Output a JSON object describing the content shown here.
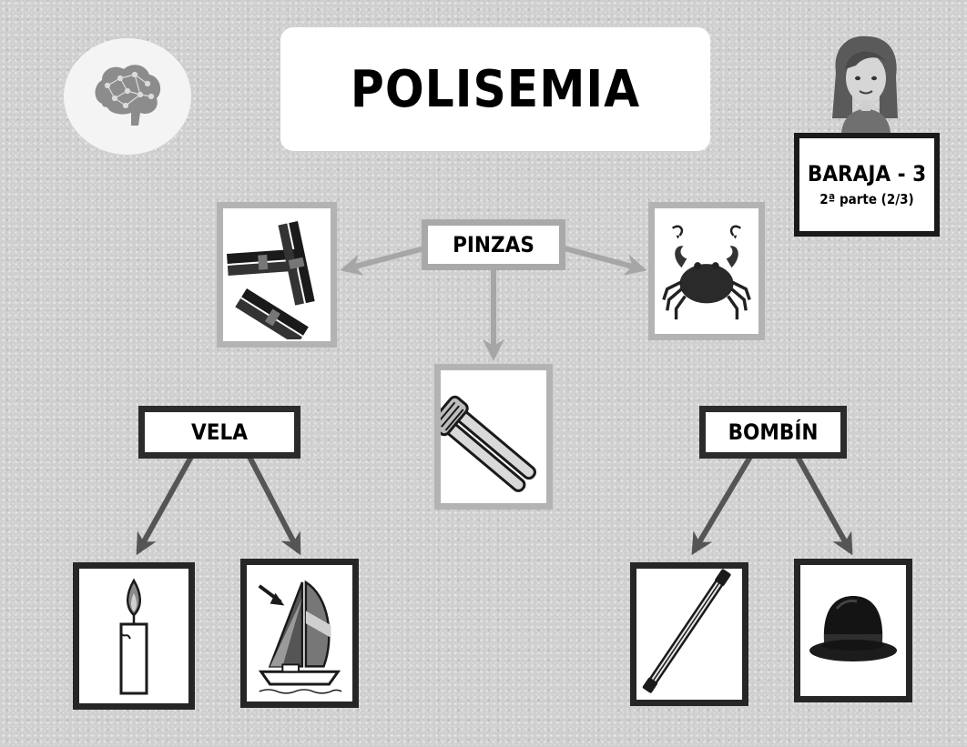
{
  "title": "POLISEMIA",
  "deck": {
    "title": "BARAJA - 3",
    "subtitle": "2ª parte (2/3)"
  },
  "groups": [
    {
      "word": "PINZAS",
      "meanings": [
        "clothes-pegs",
        "crab-pincers",
        "tongs"
      ]
    },
    {
      "word": "VELA",
      "meanings": [
        "candle",
        "sailboat-sail"
      ]
    },
    {
      "word": "BOMBÍN",
      "meanings": [
        "bicycle-pump",
        "bowler-hat"
      ]
    }
  ],
  "colors": {
    "light_frame": "#b3b3b3",
    "dark_frame": "#262626",
    "arrow_light": "#a6a6a6",
    "arrow_dark": "#555555"
  }
}
